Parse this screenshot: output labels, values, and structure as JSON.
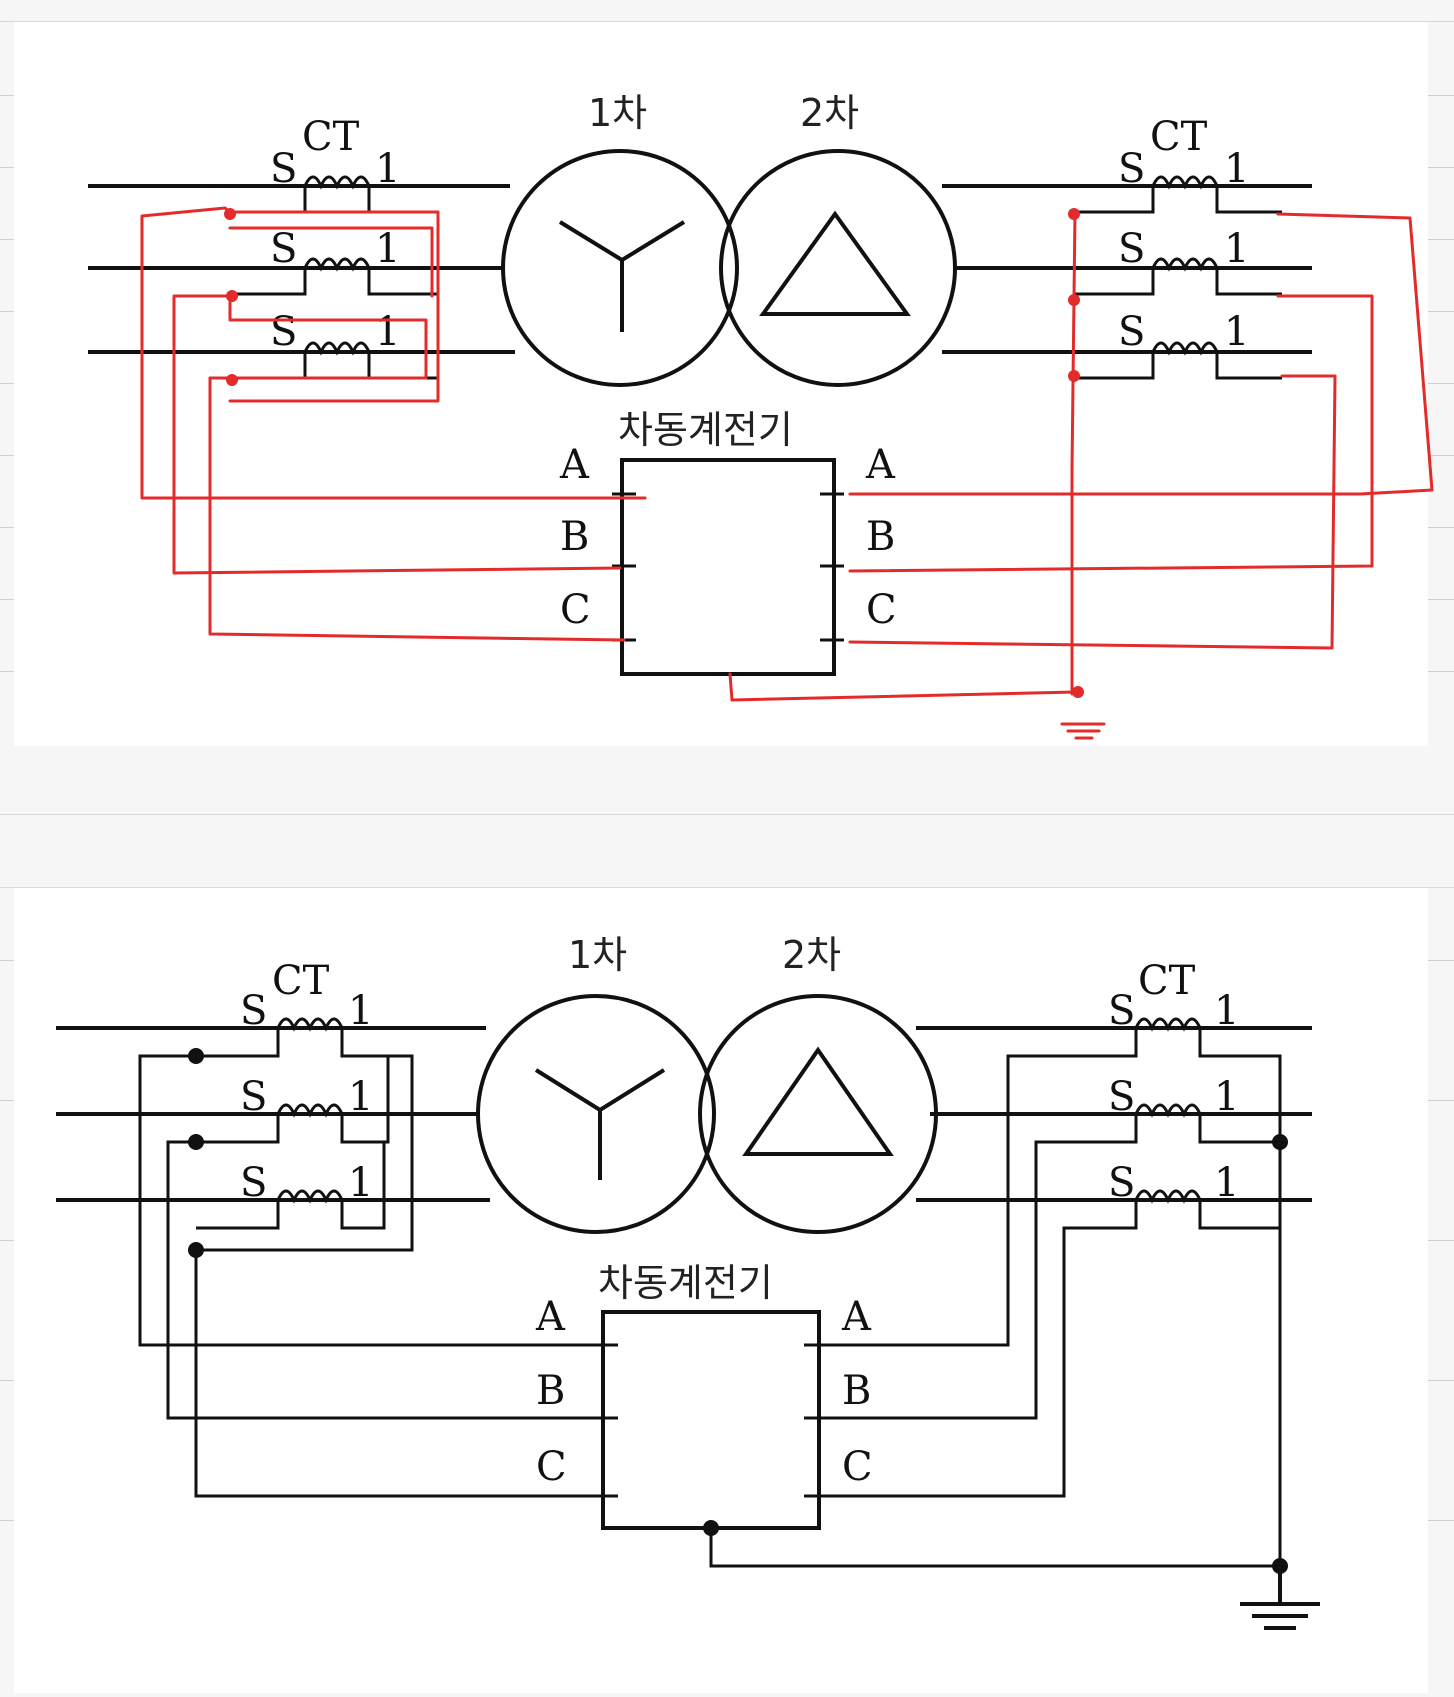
{
  "diagrams": [
    {
      "id": "annotated",
      "ct_left": {
        "label": "CT",
        "s": "S",
        "one": "1"
      },
      "ct_right": {
        "label": "CT",
        "s": "S",
        "one": "1"
      },
      "primary_label": "1차",
      "secondary_label": "2차",
      "relay_label": "차동계전기",
      "relay_left_terminals": [
        "A",
        "B",
        "C"
      ],
      "relay_right_terminals": [
        "A",
        "B",
        "C"
      ],
      "primary_winding": "wye",
      "secondary_winding": "delta",
      "wiring_color": "#e32b2b"
    },
    {
      "id": "reference",
      "ct_left": {
        "label": "CT",
        "s": "S",
        "one": "1"
      },
      "ct_right": {
        "label": "CT",
        "s": "S",
        "one": "1"
      },
      "primary_label": "1차",
      "secondary_label": "2차",
      "relay_label": "차동계전기",
      "relay_left_terminals": [
        "A",
        "B",
        "C"
      ],
      "relay_right_terminals": [
        "A",
        "B",
        "C"
      ],
      "primary_winding": "wye",
      "secondary_winding": "delta",
      "wiring_color": "#111111"
    }
  ]
}
